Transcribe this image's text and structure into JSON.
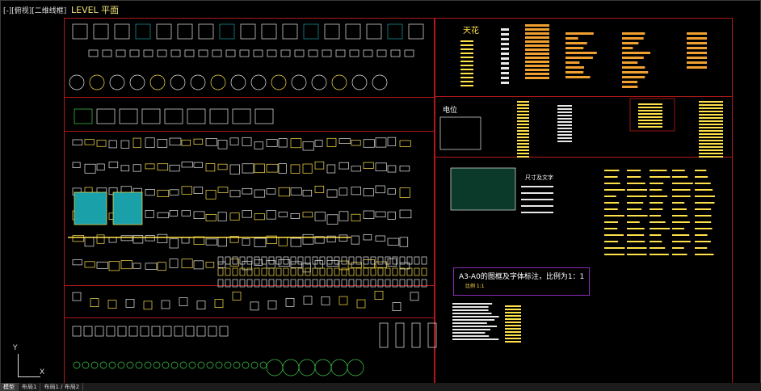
{
  "viewport": {
    "label": "[-][俯视][二维线框]"
  },
  "drawing": {
    "title": "LEVEL 平面",
    "ceiling_label": "天花",
    "electrical_label": "电位",
    "dimension_label": "尺寸及文字",
    "note_box": {
      "text": "A3-A0的图框及字体标注，比例为1：1",
      "sub": "比例 1:1"
    }
  },
  "ucs": {
    "x_label": "X",
    "y_label": "Y"
  },
  "layout_tabs": [
    {
      "label": "模型",
      "active": true
    },
    {
      "label": "布局1",
      "active": false
    },
    {
      "label": "布局1 / 布局2",
      "active": false
    }
  ],
  "colors": {
    "background": "#000000",
    "frame_red": "#b01818",
    "block_white": "#e8e8e8",
    "block_yellow": "#ffe14a",
    "block_green": "#3fcf4a",
    "block_cyan": "#1aa0a8",
    "note_purple": "#8d2bb7"
  }
}
